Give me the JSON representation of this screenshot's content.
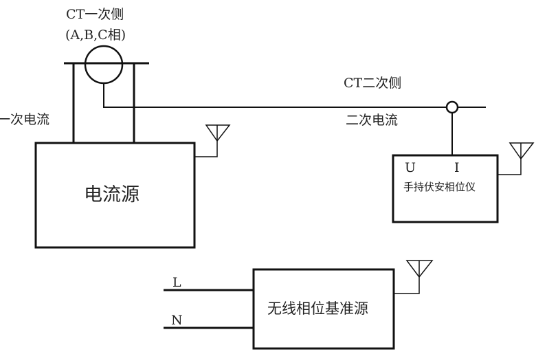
{
  "labels": {
    "ct_primary": "CT一次侧",
    "ct_phases": "(A,B,C相)",
    "primary_current": "一次电流",
    "ct_secondary": "CT二次侧",
    "secondary_current": "二次电流",
    "current_source": "电流源",
    "voltage_terminal": "U",
    "current_terminal": "I",
    "handheld_meter": "手持伏安相位仪",
    "line_L": "L",
    "line_N": "N",
    "wireless_reference": "无线相位基准源"
  },
  "colors": {
    "line": "#111111",
    "text": "#222222"
  }
}
